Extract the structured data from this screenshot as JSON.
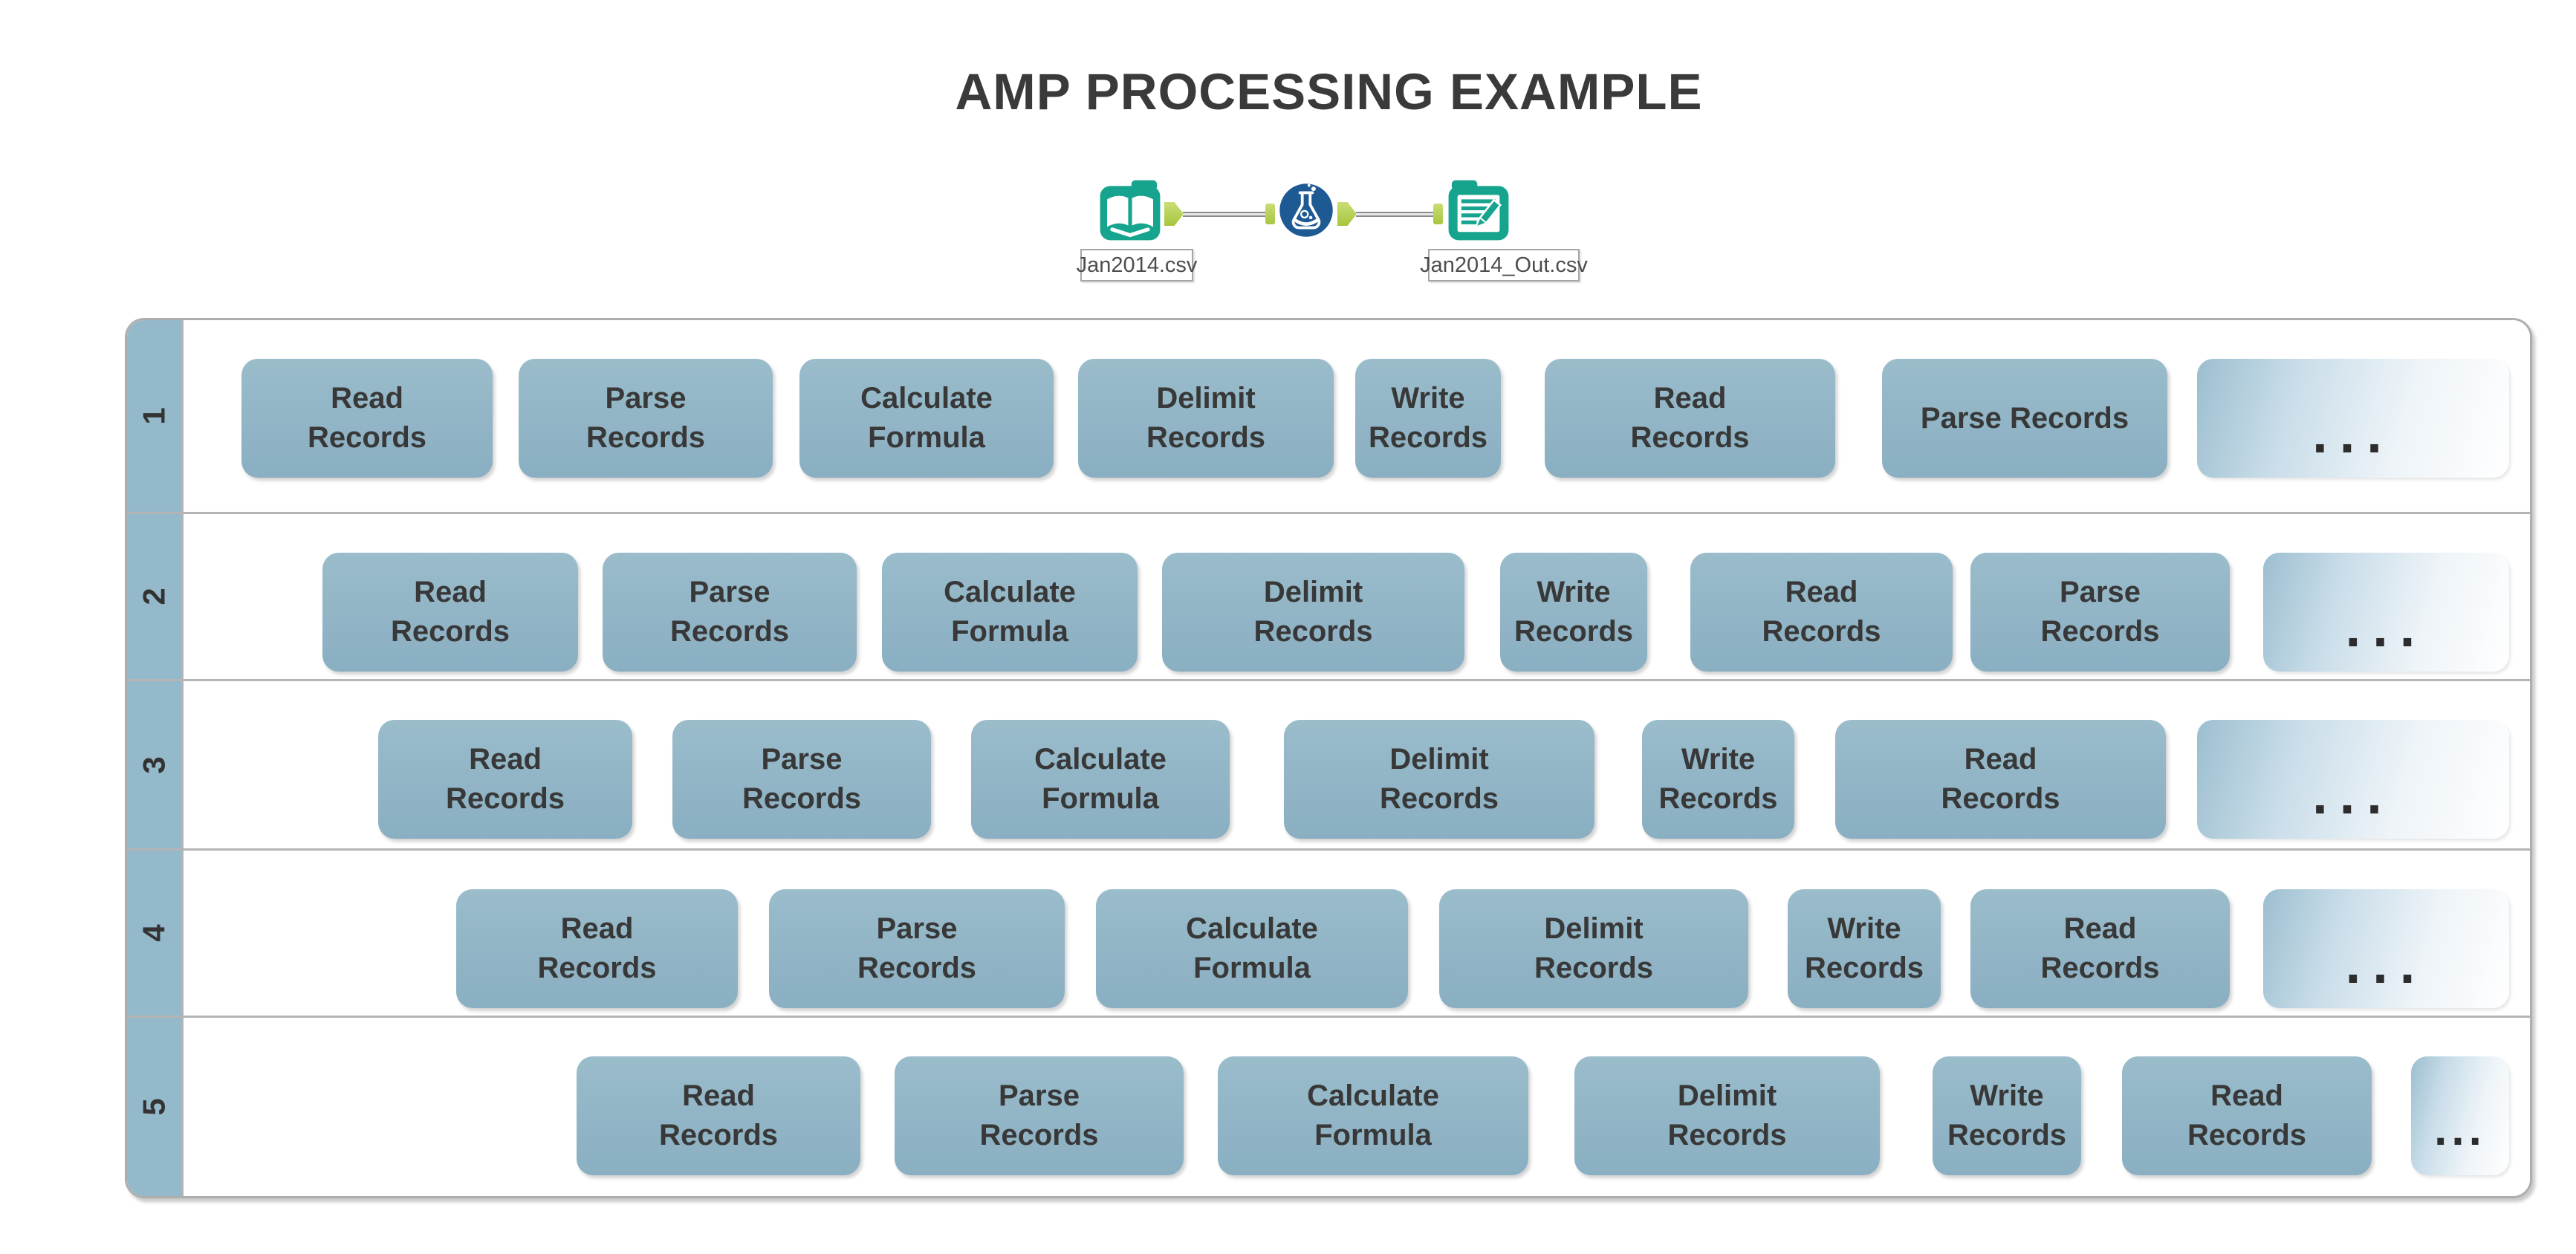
{
  "title": "AMP PROCESSING EXAMPLE",
  "workflow": {
    "tools": [
      {
        "name": "input-data-tool",
        "icon": "book-input-icon",
        "label": "Jan2014.csv"
      },
      {
        "name": "formula-tool",
        "icon": "flask-formula-icon",
        "label": ""
      },
      {
        "name": "output-data-tool",
        "icon": "document-pencil-output-icon",
        "label": "Jan2014_Out.csv"
      }
    ]
  },
  "lanes": [
    {
      "number": "1",
      "boxes": [
        "Read\nRecords",
        "Parse\nRecords",
        "Calculate\nFormula",
        "Delimit\nRecords",
        "Write\nRecords",
        "Read\nRecords",
        "Parse Records",
        "..."
      ]
    },
    {
      "number": "2",
      "boxes": [
        "Read\nRecords",
        "Parse\nRecords",
        "Calculate\nFormula",
        "Delimit\nRecords",
        "Write\nRecords",
        "Read\nRecords",
        "Parse\nRecords",
        "..."
      ]
    },
    {
      "number": "3",
      "boxes": [
        "Read\nRecords",
        "Parse\nRecords",
        "Calculate\nFormula",
        "Delimit\nRecords",
        "Write\nRecords",
        "Read\nRecords",
        "..."
      ]
    },
    {
      "number": "4",
      "boxes": [
        "Read\nRecords",
        "Parse\nRecords",
        "Calculate\nFormula",
        "Delimit\nRecords",
        "Write\nRecords",
        "Read\nRecords",
        "..."
      ]
    },
    {
      "number": "5",
      "boxes": [
        "Read\nRecords",
        "Parse\nRecords",
        "Calculate\nFormula",
        "Delimit\nRecords",
        "Write\nRecords",
        "Read\nRecords",
        "..."
      ]
    }
  ],
  "colors": {
    "process_box_fill": "#8fb3c6",
    "lane_rail_fill": "#94b9cb",
    "lane_border": "#b4b4b4",
    "box_text": "#383838",
    "alteryx_teal": "#17a48e",
    "formula_navy": "#1d5a94",
    "anchor_green": "#b4d24c",
    "wire_gray": "#8d8d8d"
  }
}
